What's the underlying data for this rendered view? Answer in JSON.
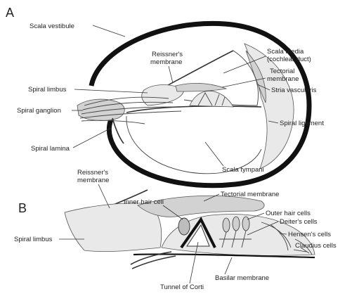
{
  "panel_a": {
    "letter": "A",
    "labels": {
      "scala_vestibule": "Scala vestibule",
      "reissners_membrane_1": "Reissner's",
      "reissners_membrane_2": "membrane",
      "scala_media_1": "Scala media",
      "scala_media_2": "(cochlear duct)",
      "tectorial_membrane_1": "Tectorial",
      "tectorial_membrane_2": "membrane",
      "spiral_limbus": "Spiral limbus",
      "stria_vascularis": "Stria vascularis",
      "spiral_ganglion": "Spiral ganglion",
      "spiral_ligament": "Spiral ligament",
      "spiral_lamina": "Spiral lamina",
      "scala_tympani": "Scala tympani"
    }
  },
  "panel_b": {
    "letter": "B",
    "labels": {
      "reissners_membrane_1": "Reissner's",
      "reissners_membrane_2": "membrane",
      "inner_hair_cell": "Inner hair cell",
      "tectorial_membrane": "Tectorial membrane",
      "outer_hair_cells": "Outer hair cells",
      "deiters_cells": "Deiter's cells",
      "spiral_limbus": "Spiral limbus",
      "hensens_cells": "Hensen's cells",
      "claudius_cells": "Claudius cells",
      "basilar_membrane": "Basilar membrane",
      "tunnel_of_corti": "Tunnel of Corti"
    }
  }
}
